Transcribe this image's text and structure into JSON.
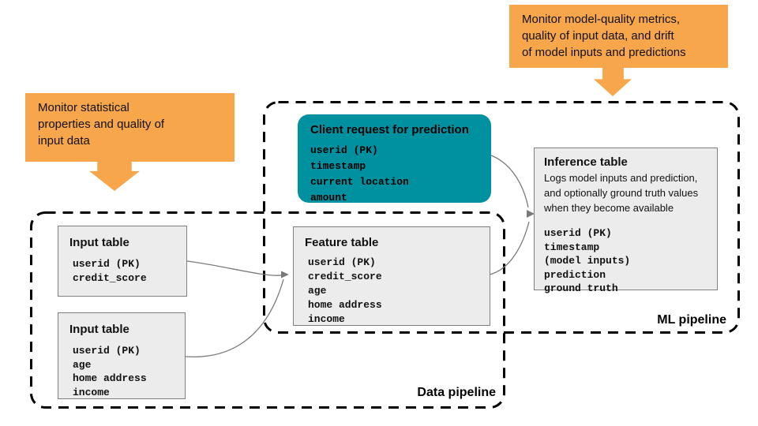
{
  "callouts": {
    "left": {
      "lines": [
        "Monitor statistical",
        "properties and quality of",
        "input data"
      ]
    },
    "right": {
      "lines": [
        "Monitor model-quality metrics,",
        "quality of input data, and drift",
        "of model inputs and predictions"
      ]
    }
  },
  "pipelines": {
    "ml": {
      "label": "ML pipeline"
    },
    "data": {
      "label": "Data pipeline"
    }
  },
  "boxes": {
    "client_request": {
      "title": "Client request for prediction",
      "fields": [
        "userid (PK)",
        "timestamp",
        "current location",
        "amount"
      ]
    },
    "inference": {
      "title": "Inference table",
      "description_lines": [
        "Logs model inputs and prediction,",
        "and optionally ground truth values",
        "when they become available"
      ],
      "fields": [
        "userid (PK)",
        "timestamp",
        "(model inputs)",
        "prediction",
        "ground truth"
      ]
    },
    "feature": {
      "title": "Feature table",
      "fields": [
        "userid (PK)",
        "credit_score",
        "age",
        "home address",
        "income"
      ]
    },
    "input_top": {
      "title": "Input table",
      "fields": [
        "userid (PK)",
        "credit_score"
      ]
    },
    "input_bottom": {
      "title": "Input table",
      "fields": [
        "userid (PK)",
        "age",
        "home address",
        "income"
      ]
    }
  },
  "colors": {
    "callout_orange": "#F7A64B",
    "client_request_teal": "#0091A0",
    "table_fill": "#ECECEC",
    "table_border": "#7F7F7F",
    "dashed_border": "#000000",
    "connector_gray": "#7A7A7A"
  }
}
